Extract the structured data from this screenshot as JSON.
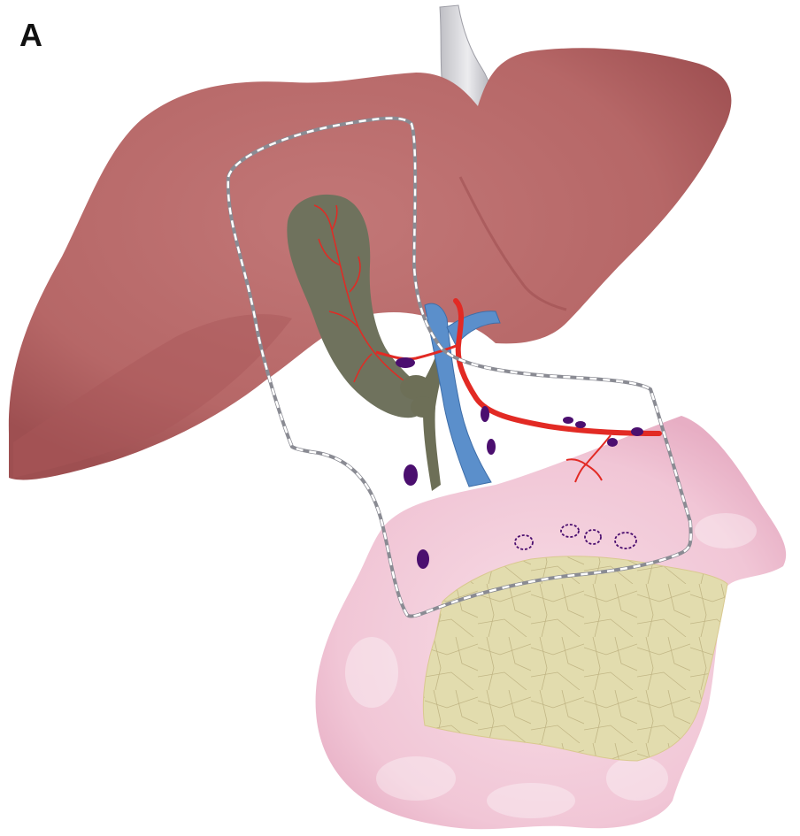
{
  "panel_label": "A",
  "colors": {
    "liver": "#b86968",
    "liver_dark": "#9d4d4f",
    "gallbladder": "#6f725d",
    "bile_duct": "#6d6f57",
    "portal_vein": "#5b8fcb",
    "artery": "#e22a24",
    "lymph_node": "#4b0f6f",
    "omentum": "#f2c9d8",
    "pancreas_area": "#e3ddb2",
    "ligament": "#d6d6d9",
    "resection_outline": "#8a8b93"
  },
  "structures": [
    "liver",
    "falciform-ligament",
    "gallbladder",
    "common-bile-duct",
    "portal-vein",
    "hepatic-artery",
    "lymph-nodes",
    "omentum",
    "pancreas-region",
    "resection-margin"
  ]
}
